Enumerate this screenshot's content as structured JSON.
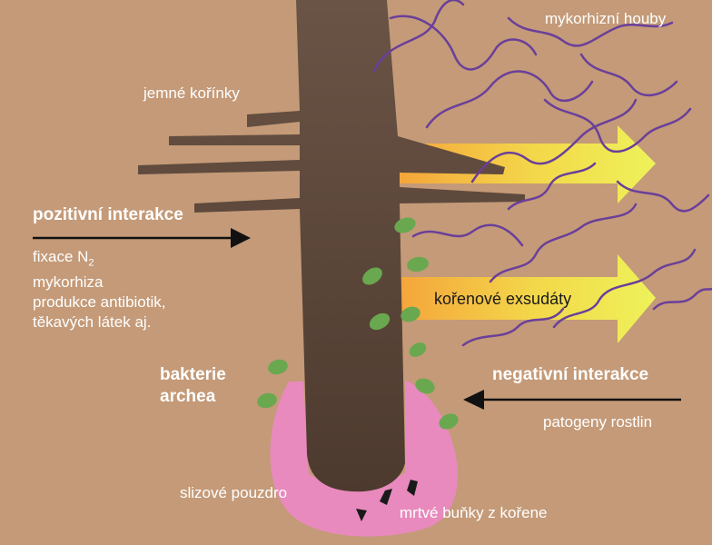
{
  "labels": {
    "mycorrhizal_fungi": "mykorhizní houby",
    "fine_roots": "jemné kořínky",
    "positive_interaction": "pozitivní interakce",
    "positive_items": {
      "fixation_prefix": "fixace N",
      "fixation_sub": "2",
      "mycorrhiza": "mykorhiza",
      "production": "produkce antibiotik,",
      "volatiles": "těkavých látek aj."
    },
    "root_exudates": "kořenové exsudáty",
    "bacteria": "bakterie",
    "archaea": "archea",
    "negative_interaction": "negativní interakce",
    "plant_pathogens": "patogeny rostlin",
    "mucilage": "slizové pouzdro",
    "dead_root_cells": "mrtvé buňky z kořene"
  },
  "colors": {
    "soil": "#c49a78",
    "root": "#5b4538",
    "mucilage": "#e57fb9",
    "bacteria": "#6aa84f",
    "fungi": "#6a3f9a",
    "exudate_start": "#f5a63a",
    "exudate_end": "#efef55"
  }
}
